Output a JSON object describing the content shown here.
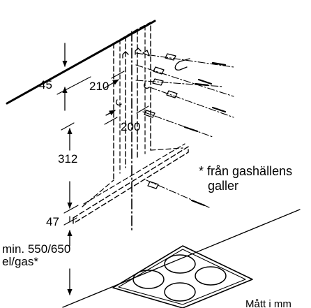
{
  "dimensions": {
    "top_gap": "45",
    "bracket_width": "210",
    "mount_width": "200",
    "hood_height": "312",
    "lower_offset": "47",
    "min_height_line1": "min. 550/650",
    "min_height_line2": "el/gas*"
  },
  "note": {
    "line1": "* från gashällens",
    "line2": "galler"
  },
  "units": "Mått i mm",
  "colors": {
    "ink": "#000000",
    "background": "#ffffff"
  }
}
